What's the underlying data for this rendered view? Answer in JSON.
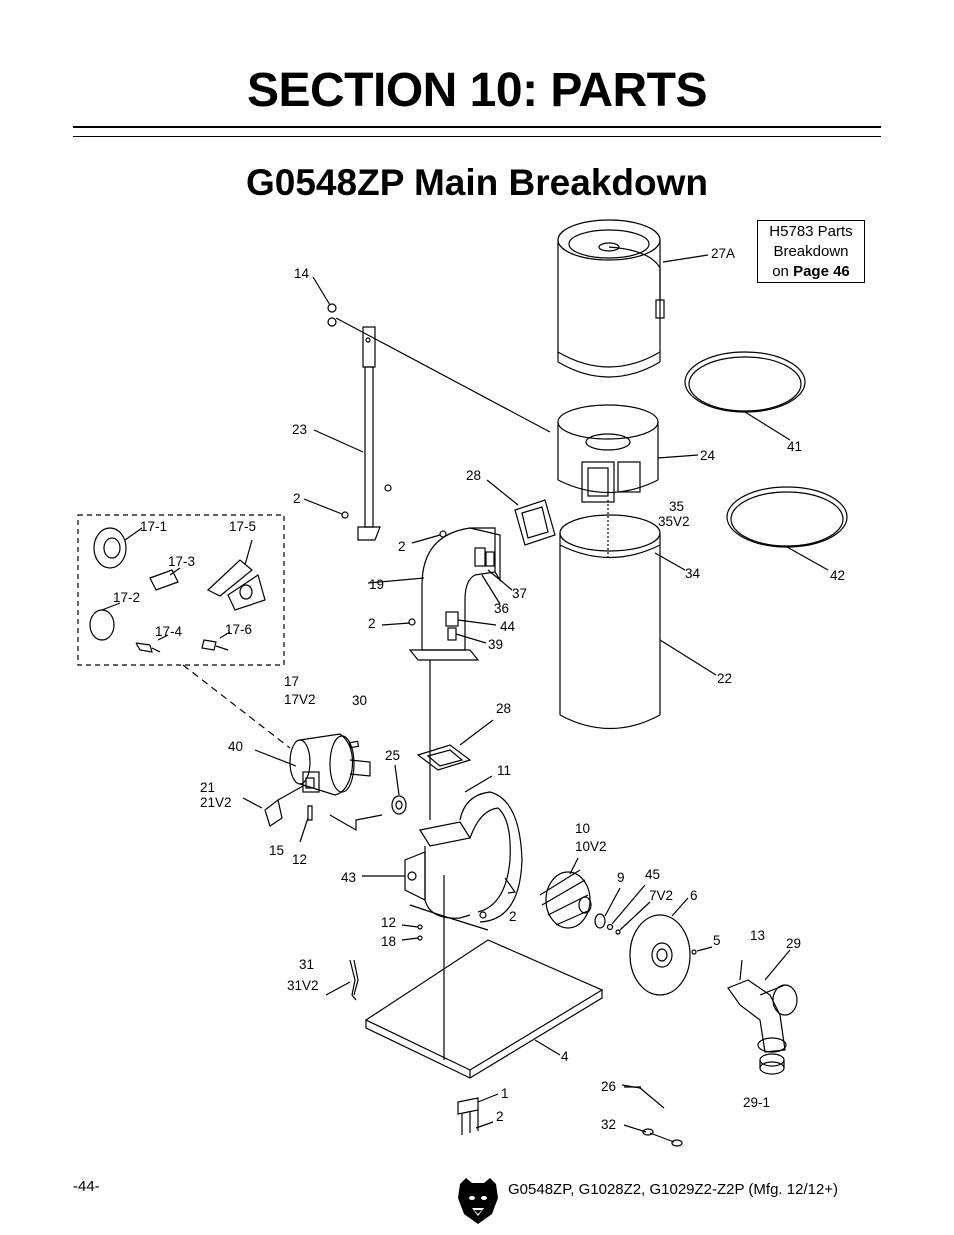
{
  "header": {
    "section_title": "SECTION 10: PARTS",
    "subtitle": "G0548ZP Main Breakdown"
  },
  "reference_box": {
    "line1": "H5783 Parts",
    "line2": "Breakdown",
    "line3_prefix": "on ",
    "line3_bold": "Page 46"
  },
  "callouts": {
    "p27A": "27A",
    "p14": "14",
    "p23": "23",
    "p41": "41",
    "p24": "24",
    "p28a": "28",
    "p2a": "2",
    "p35": "35",
    "p35V2": "35V2",
    "p2b": "2",
    "p34": "34",
    "p42": "42",
    "p19": "19",
    "p37": "37",
    "p36": "36",
    "p2c": "2",
    "p44": "44",
    "p39": "39",
    "p22": "22",
    "p17_1": "17-1",
    "p17_5": "17-5",
    "p17_3": "17-3",
    "p17_2": "17-2",
    "p17_4": "17-4",
    "p17_6": "17-6",
    "p17": "17",
    "p17V2": "17V2",
    "p30": "30",
    "p28b": "28",
    "p40": "40",
    "p25": "25",
    "p11": "11",
    "p21": "21",
    "p21V2": "21V2",
    "p15": "15",
    "p12a": "12",
    "p10": "10",
    "p10V2": "10V2",
    "p43": "43",
    "p9": "9",
    "p45": "45",
    "p7V2": "7V2",
    "p6": "6",
    "p12b": "12",
    "p2d": "2",
    "p5": "5",
    "p13": "13",
    "p29": "29",
    "p18": "18",
    "p31": "31",
    "p31V2": "31V2",
    "p4": "4",
    "p26": "26",
    "p1": "1",
    "p2e": "2",
    "p29_1": "29-1",
    "p32": "32"
  },
  "footer": {
    "page_number": "-44-",
    "model_text": "G0548ZP, G1028Z2, G1029Z2-Z2P (Mfg. 12/12+)",
    "logo_icon": "bear-head-logo"
  }
}
